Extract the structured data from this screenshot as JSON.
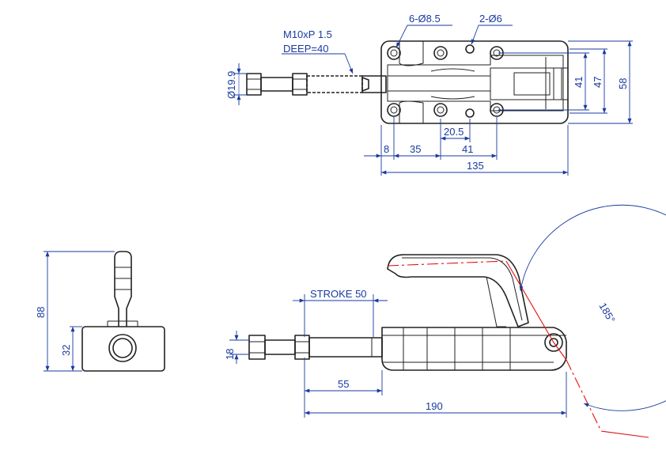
{
  "top_view": {
    "thread_note": "M10xP 1.5",
    "deep_note": "DEEP=40",
    "holes_large": "6-Ø8.5",
    "holes_small": "2-Ø6",
    "dim_rod_dia": "Ø19.9",
    "dim_41_right": "41",
    "dim_47": "47",
    "dim_58": "58",
    "dim_20_5": "20.5",
    "dim_8": "8",
    "dim_35": "35",
    "dim_41_bottom": "41",
    "dim_135": "135"
  },
  "side_view": {
    "dim_88": "88",
    "dim_32": "32"
  },
  "front_view": {
    "stroke": "STROKE 50",
    "dim_18": "18",
    "dim_55": "55",
    "dim_190": "190",
    "angle": "185°"
  },
  "colors": {
    "dimension": "#1a3aa0",
    "part": "#222222",
    "motion": "#e01010"
  }
}
